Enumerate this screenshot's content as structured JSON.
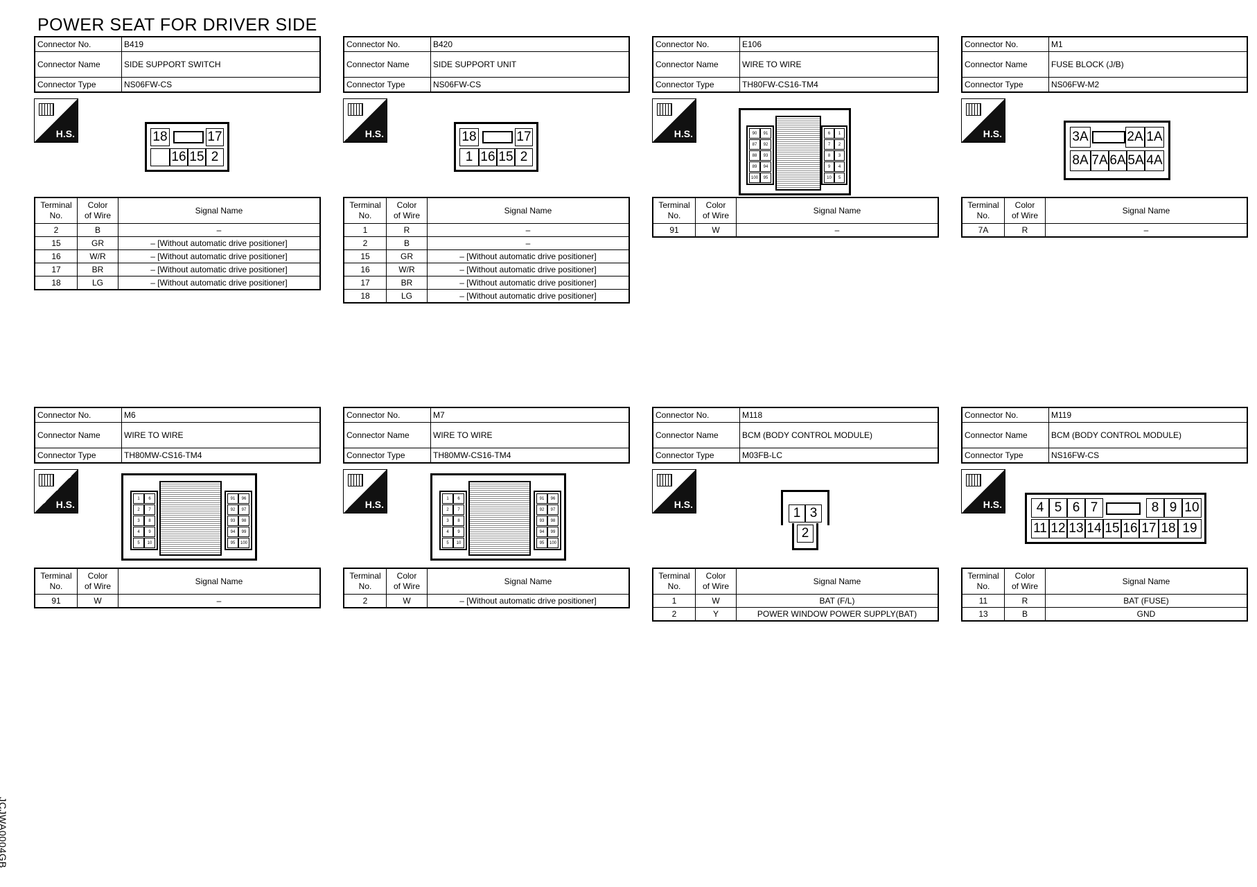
{
  "title": "POWER SEAT FOR DRIVER SIDE",
  "side_code": "JCJWA0004GB",
  "labels": {
    "connector_no": "Connector No.",
    "connector_name": "Connector Name",
    "connector_type": "Connector Type",
    "terminal": "Terminal",
    "no": "No.",
    "color": "Color",
    "of_wire": "of Wire",
    "signal_name": "Signal Name",
    "hs": "H.S."
  },
  "connectors": [
    {
      "no": "B419",
      "name": "SIDE SUPPORT SWITCH",
      "type": "NS06FW-CS",
      "pins_top": [
        "18",
        "",
        "17"
      ],
      "pins_bottom": [
        "",
        "16",
        "15",
        "2"
      ],
      "terminals": [
        {
          "t": "2",
          "c": "B",
          "s": "–"
        },
        {
          "t": "15",
          "c": "GR",
          "s": "– [Without automatic drive positioner]"
        },
        {
          "t": "16",
          "c": "W/R",
          "s": "– [Without automatic drive positioner]"
        },
        {
          "t": "17",
          "c": "BR",
          "s": "– [Without automatic drive positioner]"
        },
        {
          "t": "18",
          "c": "LG",
          "s": "– [Without automatic drive positioner]"
        }
      ]
    },
    {
      "no": "B420",
      "name": "SIDE SUPPORT UNIT",
      "type": "NS06FW-CS",
      "pins_top": [
        "18",
        "",
        "17"
      ],
      "pins_bottom": [
        "1",
        "16",
        "15",
        "2"
      ],
      "terminals": [
        {
          "t": "1",
          "c": "R",
          "s": "–"
        },
        {
          "t": "2",
          "c": "B",
          "s": "–"
        },
        {
          "t": "15",
          "c": "GR",
          "s": "– [Without automatic drive positioner]"
        },
        {
          "t": "16",
          "c": "W/R",
          "s": "– [Without automatic drive positioner]"
        },
        {
          "t": "17",
          "c": "BR",
          "s": "– [Without automatic drive positioner]"
        },
        {
          "t": "18",
          "c": "LG",
          "s": "– [Without automatic drive positioner]"
        }
      ]
    },
    {
      "no": "E106",
      "name": "WIRE TO WIRE",
      "type": "TH80FW-CS16-TM4",
      "terminals": [
        {
          "t": "91",
          "c": "W",
          "s": "–"
        }
      ]
    },
    {
      "no": "M1",
      "name": "FUSE BLOCK (J/B)",
      "type": "NS06FW-M2",
      "pins_top": [
        "3A",
        "",
        "2A",
        "1A"
      ],
      "pins_bottom": [
        "8A",
        "7A",
        "6A",
        "5A",
        "4A"
      ],
      "terminals": [
        {
          "t": "7A",
          "c": "R",
          "s": "–"
        }
      ]
    },
    {
      "no": "M6",
      "name": "WIRE TO WIRE",
      "type": "TH80MW-CS16-TM4",
      "terminals": [
        {
          "t": "91",
          "c": "W",
          "s": "–"
        }
      ]
    },
    {
      "no": "M7",
      "name": "WIRE TO WIRE",
      "type": "TH80MW-CS16-TM4",
      "terminals": [
        {
          "t": "2",
          "c": "W",
          "s": "– [Without automatic drive positioner]"
        }
      ]
    },
    {
      "no": "M118",
      "name": "BCM (BODY CONTROL MODULE)",
      "type": "M03FB-LC",
      "pins_top": [
        "1",
        "3"
      ],
      "pins_bottom": [
        "2"
      ],
      "terminals": [
        {
          "t": "1",
          "c": "W",
          "s": "BAT (F/L)"
        },
        {
          "t": "2",
          "c": "Y",
          "s": "POWER WINDOW POWER SUPPLY(BAT)"
        }
      ]
    },
    {
      "no": "M119",
      "name": "BCM (BODY CONTROL MODULE)",
      "type": "NS16FW-CS",
      "pins_top": [
        "4",
        "5",
        "6",
        "7",
        "",
        "8",
        "9",
        "10"
      ],
      "pins_bottom": [
        "11",
        "12",
        "13",
        "14",
        "15",
        "16",
        "17",
        "18",
        "19"
      ],
      "terminals": [
        {
          "t": "11",
          "c": "R",
          "s": "BAT (FUSE)"
        },
        {
          "t": "13",
          "c": "B",
          "s": "GND"
        }
      ]
    }
  ],
  "e106_pins": {
    "left": [
      [
        "90",
        "91"
      ],
      [
        "87",
        "92"
      ],
      [
        "88",
        "93"
      ],
      [
        "89",
        "94"
      ],
      [
        "100",
        "95"
      ]
    ],
    "right": [
      [
        "6",
        "1"
      ],
      [
        "7",
        "2"
      ],
      [
        "8",
        "3"
      ],
      [
        "9",
        "4"
      ],
      [
        "10",
        "5"
      ]
    ]
  },
  "m6_pins": {
    "left": [
      [
        "1",
        "6"
      ],
      [
        "2",
        "7"
      ],
      [
        "3",
        "8"
      ],
      [
        "4",
        "9"
      ],
      [
        "5",
        "10"
      ]
    ],
    "right": [
      [
        "91",
        "96"
      ],
      [
        "92",
        "97"
      ],
      [
        "93",
        "98"
      ],
      [
        "94",
        "99"
      ],
      [
        "95",
        "100"
      ]
    ]
  }
}
